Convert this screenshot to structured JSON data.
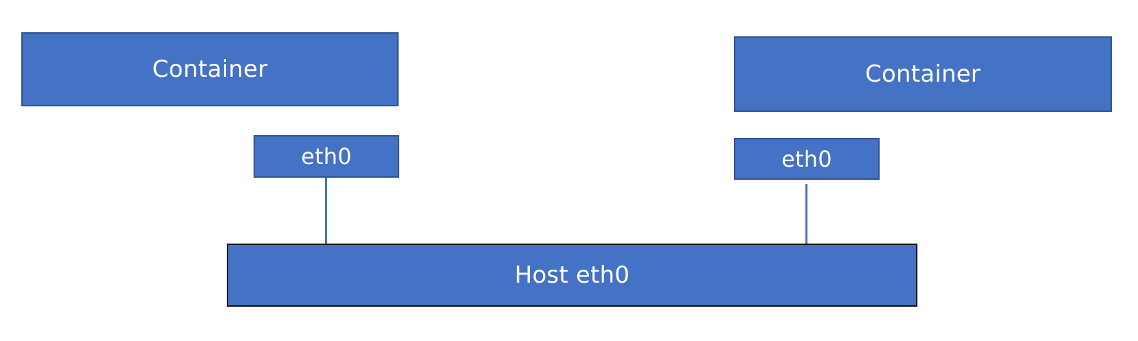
{
  "diagram": {
    "containers": [
      {
        "label": "Container",
        "interface": "eth0"
      },
      {
        "label": "Container",
        "interface": "eth0"
      }
    ],
    "host": {
      "label": "Host eth0"
    },
    "colors": {
      "box_fill": "#4472c4",
      "box_border": "#2f528f",
      "host_border": "#111111",
      "line": "#4472c4",
      "text": "#ffffff"
    }
  }
}
